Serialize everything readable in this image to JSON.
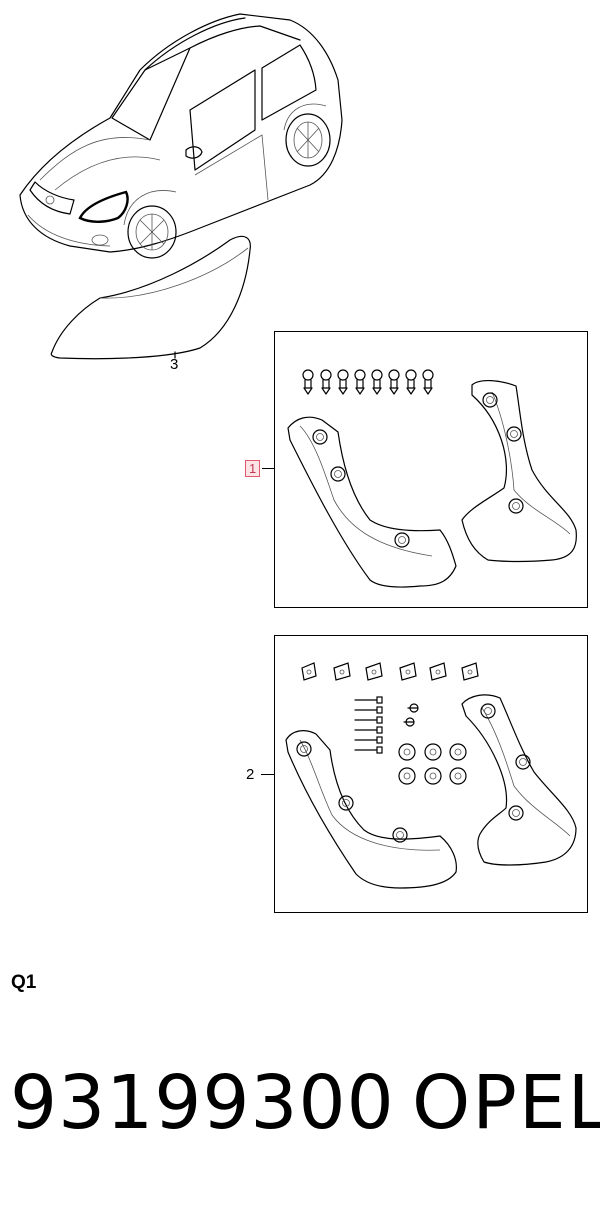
{
  "diagram": {
    "callouts": [
      {
        "id": "3",
        "label": "3"
      },
      {
        "id": "1",
        "label": "1",
        "highlighted": true
      },
      {
        "id": "2",
        "label": "2"
      }
    ],
    "highlight_color": "#e05a6e"
  },
  "footer": {
    "page_code": "Q1",
    "part_number": "93199300",
    "brand": "OPEL"
  }
}
